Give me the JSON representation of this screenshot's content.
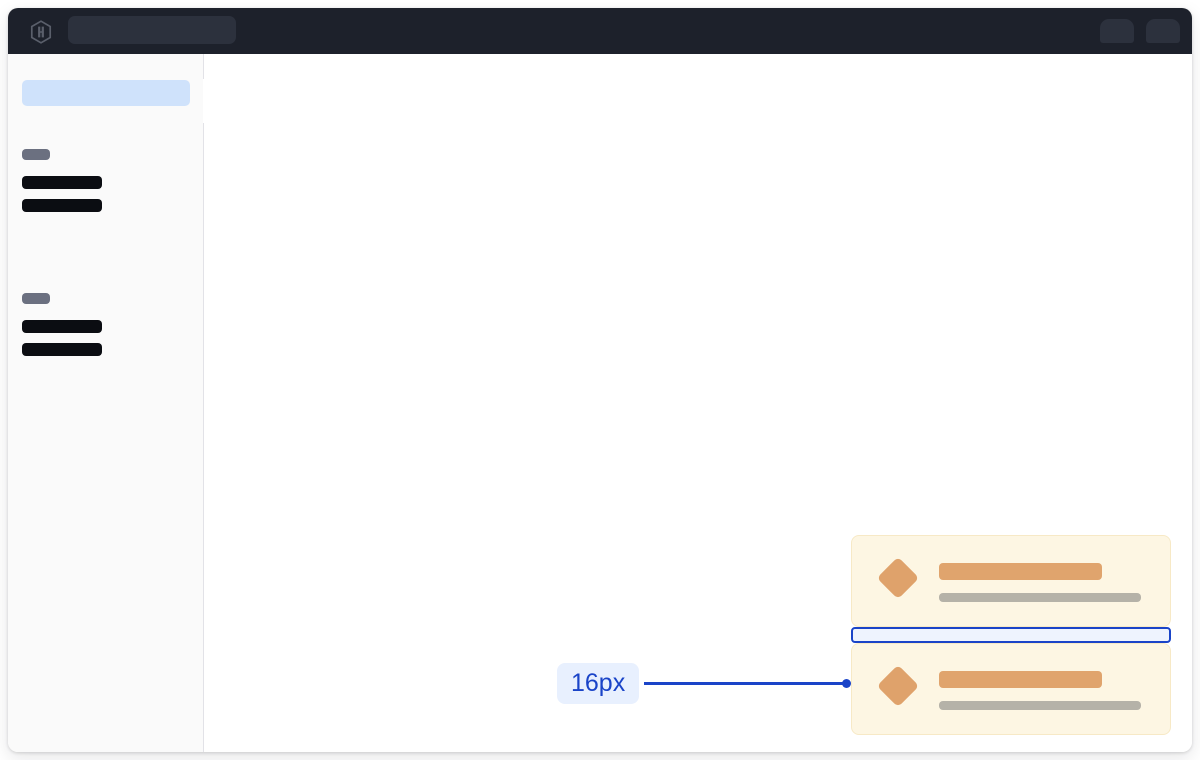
{
  "window": {
    "name": "design-inspector-window"
  },
  "topbar": {
    "logo_icon": "hashicorp-hexagon-logo-icon",
    "search_placeholder": "",
    "search_value": "",
    "chips": [
      {
        "name": "topbar-chip-1",
        "label": ""
      },
      {
        "name": "topbar-chip-2",
        "label": ""
      }
    ],
    "background_color": "#1d212b"
  },
  "sidebar": {
    "active_item_label": "",
    "active_item_color": "#cfe2fb",
    "tab_notch_label": "",
    "groups": [
      {
        "label": "",
        "items": [
          {
            "label": ""
          },
          {
            "label": ""
          }
        ]
      },
      {
        "label": "",
        "items": [
          {
            "label": ""
          },
          {
            "label": ""
          }
        ]
      }
    ]
  },
  "canvas": {
    "cards": [
      {
        "icon": "diamond-icon",
        "title": "",
        "subtitle": ""
      },
      {
        "icon": "diamond-icon",
        "title": "",
        "subtitle": ""
      }
    ],
    "measurement": {
      "value": "16px",
      "label_color": "#1a44c8",
      "badge_color": "#e8f0fe",
      "highlight_fill": "#eef3fe",
      "highlight_stroke": "#1a44c8"
    },
    "card_colors": {
      "background": "#fdf6e3",
      "border": "#f7e9c6",
      "accent": "#dfa26b",
      "muted": "#b5b2a8"
    }
  }
}
